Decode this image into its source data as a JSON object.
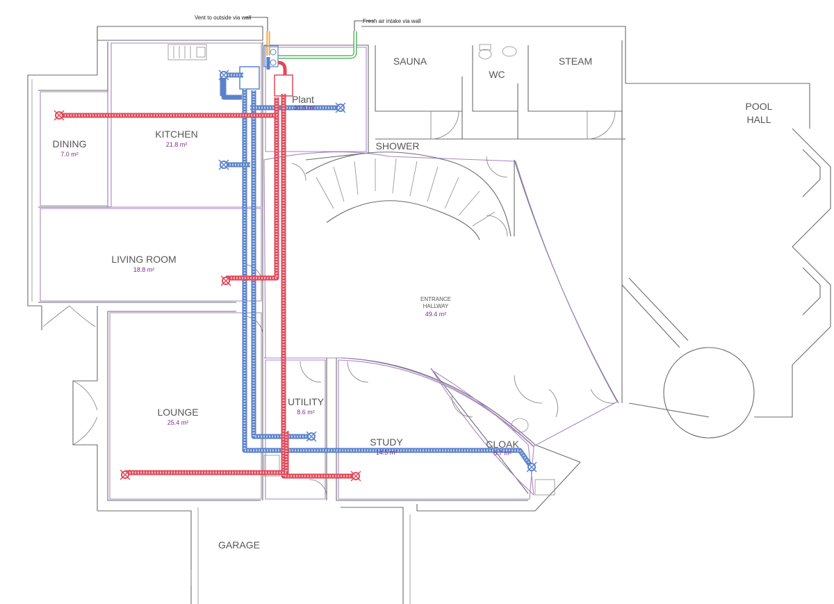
{
  "annotations": {
    "vent_outside": "Vent to outside via wall",
    "fresh_air": "Fresh air intake via wall"
  },
  "rooms": {
    "dining": {
      "name": "DINING",
      "area": "7.0 m²"
    },
    "kitchen": {
      "name": "KITCHEN",
      "area": "21.8 m²"
    },
    "plant": {
      "name": "Plant",
      "area": "10.8 m²"
    },
    "living_room": {
      "name": "LIVING ROOM",
      "area": "18.8 m²"
    },
    "entrance_hallway": {
      "name_line1": "ENTRANCE",
      "name_line2": "HALLWAY",
      "area": "49.4 m²"
    },
    "utility": {
      "name": "UTILITY",
      "area": "8.6 m²"
    },
    "study": {
      "name": "STUDY",
      "area": "14.5 m²"
    },
    "cloak": {
      "name": "CLOAK",
      "area": "5.7 m²"
    },
    "lounge": {
      "name": "LOUNGE",
      "area": "25.4 m²"
    },
    "sauna": {
      "name": "SAUNA"
    },
    "wc": {
      "name": "WC"
    },
    "steam": {
      "name": "STEAM"
    },
    "shower": {
      "name": "SHOWER"
    },
    "pool_hall": {
      "name_line1": "POOL",
      "name_line2": "HALL"
    },
    "garage": {
      "name": "GARAGE"
    }
  },
  "colors": {
    "extract_duct": "#5b82c9",
    "supply_duct": "#e1495a",
    "fresh_air_duct": "#3aa84a",
    "exhaust_duct": "#e39a2a",
    "zone_outline": "#a784c4",
    "area_text": "#7a2c8e"
  }
}
